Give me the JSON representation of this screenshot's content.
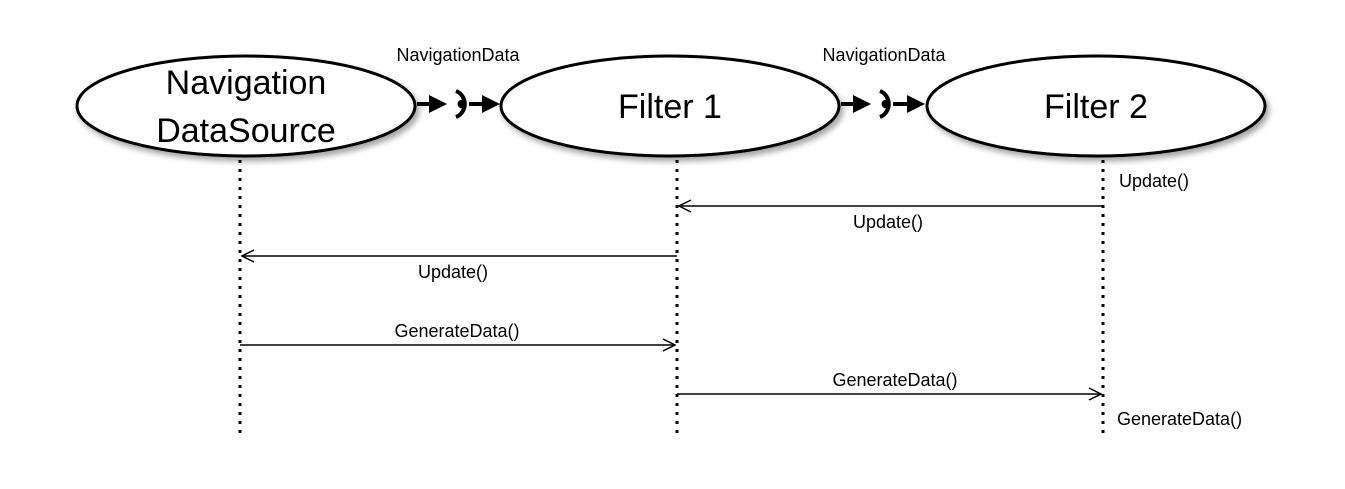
{
  "nodes": {
    "source": {
      "line1": "Navigation",
      "line2": "DataSource"
    },
    "filter1": {
      "label": "Filter 1"
    },
    "filter2": {
      "label": "Filter 2"
    }
  },
  "connectors": {
    "left": {
      "label": "NavigationData"
    },
    "right": {
      "label": "NavigationData"
    }
  },
  "messages": {
    "self_update": "Update()",
    "f2_to_f1_update": "Update()",
    "f1_to_src_update": "Update()",
    "src_to_f1_generate": "GenerateData()",
    "f1_to_f2_generate": "GenerateData()",
    "self_generate": "GenerateData()"
  }
}
